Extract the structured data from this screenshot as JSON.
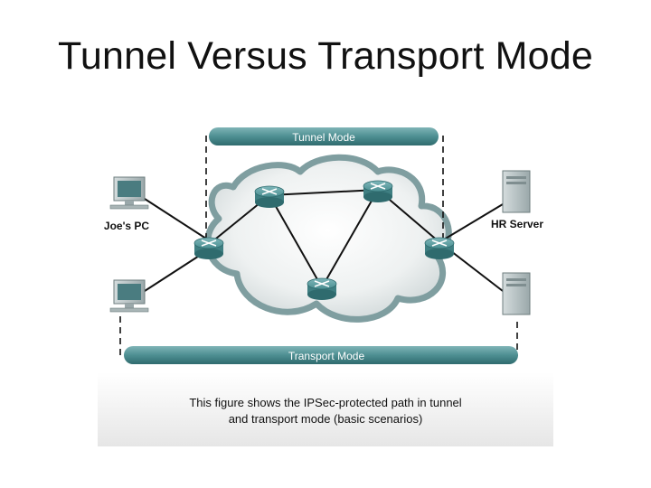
{
  "title": "Tunnel Versus Transport Mode",
  "bars": {
    "tunnel_label": "Tunnel Mode",
    "transport_label": "Transport Mode"
  },
  "hosts": {
    "joes_pc_label": "Joe's PC",
    "hr_server_label": "HR Server"
  },
  "caption": {
    "line1": "This figure shows the IPSec-protected path in tunnel",
    "line2": "and transport mode (basic scenarios)"
  },
  "colors": {
    "bar_teal": "#4e8f92",
    "router_teal": "#3f8589",
    "cloud_edge": "#7f9ea0",
    "device_gray": "#bcc6c7"
  },
  "icons": {
    "router": "router-icon",
    "pc": "computer-icon",
    "server": "server-icon",
    "cloud": "network-cloud"
  }
}
